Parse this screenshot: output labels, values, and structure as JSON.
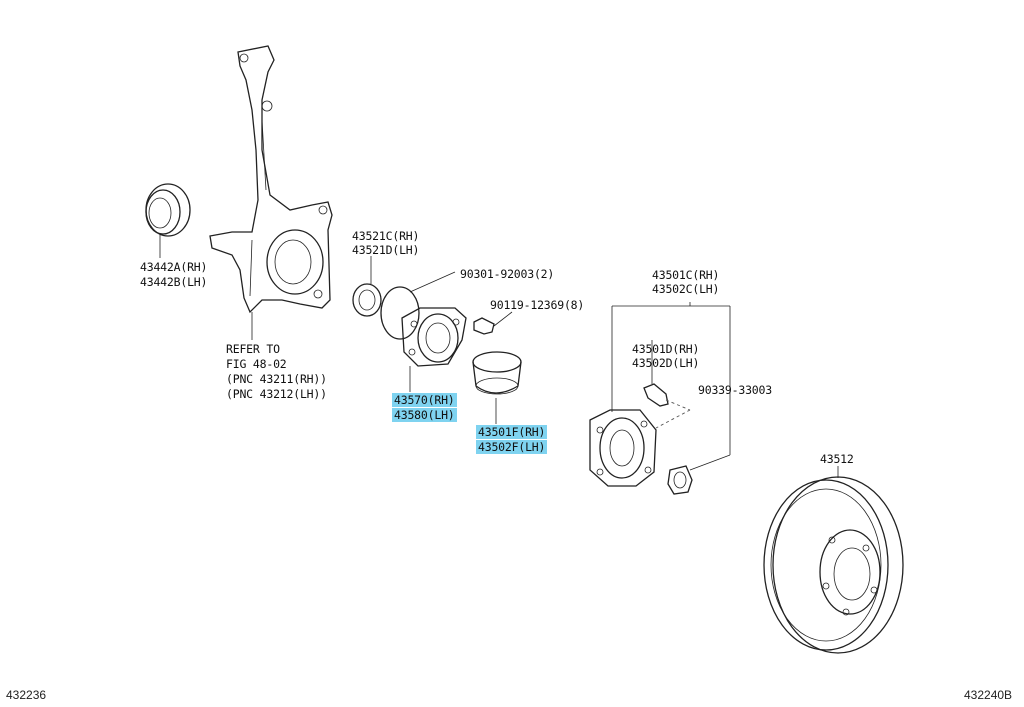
{
  "labels": {
    "seal_rh": "43442A(RH)",
    "seal_lh": "43442B(LH)",
    "refer_1": "REFER TO",
    "refer_2": "FIG 48-02",
    "refer_3": "(PNC 43211(RH))",
    "refer_4": "(PNC 43212(LH))",
    "cap_rh": "43521C(RH)",
    "cap_lh": "43521D(LH)",
    "oring": "90301-92003(2)",
    "bolt": "90119-12369(8)",
    "bearing_rh": "43570(RH)",
    "bearing_lh": "43580(LH)",
    "dust_rh": "43501F(RH)",
    "dust_lh": "43502F(LH)",
    "hub_rh": "43501C(RH)",
    "hub_lh": "43502C(LH)",
    "stud_rh": "43501D(RH)",
    "stud_lh": "43502D(LH)",
    "nut": "90339-33003",
    "disc": "43512"
  },
  "footer": {
    "left": "432236",
    "right": "432240B"
  },
  "colors": {
    "highlight": "#7fd3f0",
    "line": "#222222"
  }
}
